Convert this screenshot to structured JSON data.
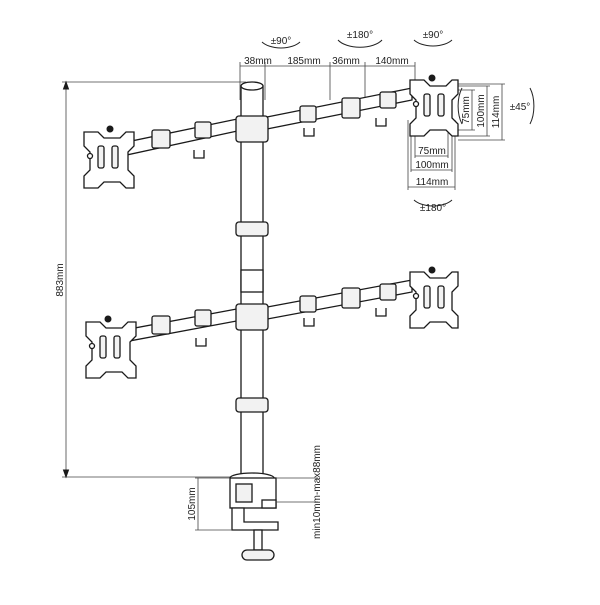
{
  "figure": {
    "rotation_labels": {
      "left_top": "±90°",
      "center_top": "±180°",
      "right_top": "±90°",
      "tilt": "±45°",
      "bottom_plate": "±180°"
    },
    "arm_dimensions": {
      "pole": "38mm",
      "segment_1": "185mm",
      "joint": "36mm",
      "segment_2": "140mm"
    },
    "vesa_vertical": {
      "small": "75mm",
      "medium": "100mm",
      "large": "114mm"
    },
    "vesa_horizontal": {
      "small": "75mm",
      "medium": "100mm",
      "large": "114mm"
    },
    "overall_height": "883mm",
    "clamp_height": "105mm",
    "desk_thickness": "min10mm-max88mm"
  }
}
